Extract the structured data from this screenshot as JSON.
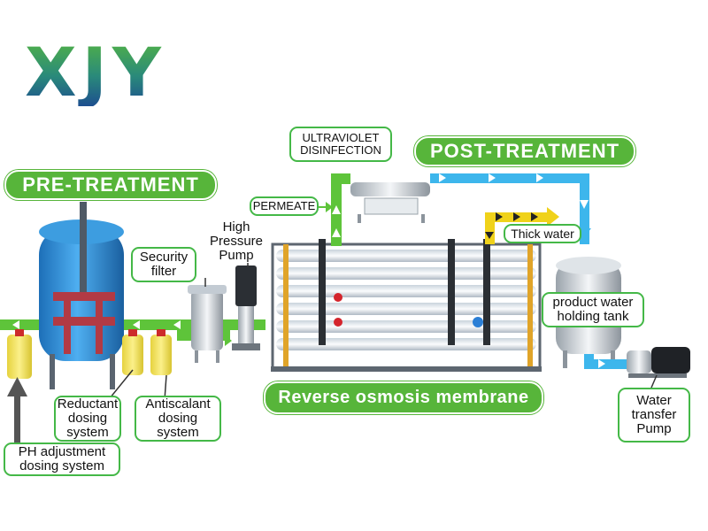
{
  "logo": {
    "text": "XJY"
  },
  "banners": {
    "pre_treatment": "PRE-TREATMENT",
    "post_treatment": "POST-TREATMENT",
    "ro_membrane": "Reverse osmosis membrane"
  },
  "labels": {
    "uv": [
      "ULTRAVIOLET",
      "DISINFECTION"
    ],
    "permeate": "PERMEATE",
    "thick_water": "Thick water",
    "high_pressure_pump": [
      "High",
      "Pressure",
      "Pump"
    ],
    "security_filter": [
      "Security",
      "filter"
    ],
    "product_tank": [
      "product water",
      "holding tank"
    ],
    "reductant": [
      "Reductant",
      "dosing",
      "system"
    ],
    "antiscalant": [
      "Antiscalant",
      "dosing",
      "system"
    ],
    "ph_dosing": [
      "PH adjustment",
      "dosing system"
    ],
    "water_transfer_pump": [
      "Water",
      "transfer",
      "Pump"
    ]
  },
  "colors": {
    "brand_green": "#57b53a",
    "pipe_green": "#5ec43a",
    "pipe_blue": "#3db6ec",
    "tank_blue": "#2c8fd6",
    "dosing_yellow": "#f2e35a",
    "thick_water_yellow": "#f0d21a"
  }
}
